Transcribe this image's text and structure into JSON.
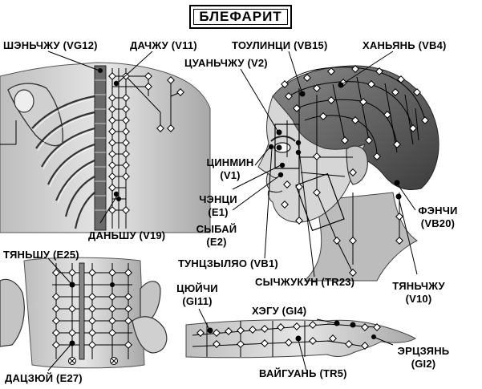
{
  "title": "БЛЕФАРИТ",
  "points": {
    "vg12": "ШЭНЬЧЖУ (VG12)",
    "v11": "ДАЧЖУ (V11)",
    "vb15": "ТОУЛИНЦИ (VB15)",
    "vb4": "ХАНЬЯНЬ (VB4)",
    "v2": "ЦУАНЬЧЖУ (V2)",
    "v1_name": "ЦИНМИН",
    "v1_code": "(V1)",
    "e1_name": "ЧЭНЦИ",
    "e1_code": "(E1)",
    "e2_name": "СЫБАЙ",
    "e2_code": "(E2)",
    "v19": "ДАНЬШУ (V19)",
    "vb20_name": "ФЭНЧИ",
    "vb20_code": "(VB20)",
    "e25": "ТЯНЬШУ (E25)",
    "vb1": "ТУНЦЗЫЛЯО (VB1)",
    "tr23": "СЫЧЖУКУН (TR23)",
    "v10_name": "ТЯНЬЧЖУ",
    "v10_code": "(V10)",
    "gi11_name": "ЦЮЙЧИ",
    "gi11_code": "(GI11)",
    "gi4": "ХЭГУ (GI4)",
    "gi2_name": "ЭРЦЗЯНЬ",
    "gi2_code": "(GI2)",
    "e27": "ДАЦЗЮЙ (E27)",
    "tr5": "ВАЙГУАНЬ (TR5)"
  }
}
